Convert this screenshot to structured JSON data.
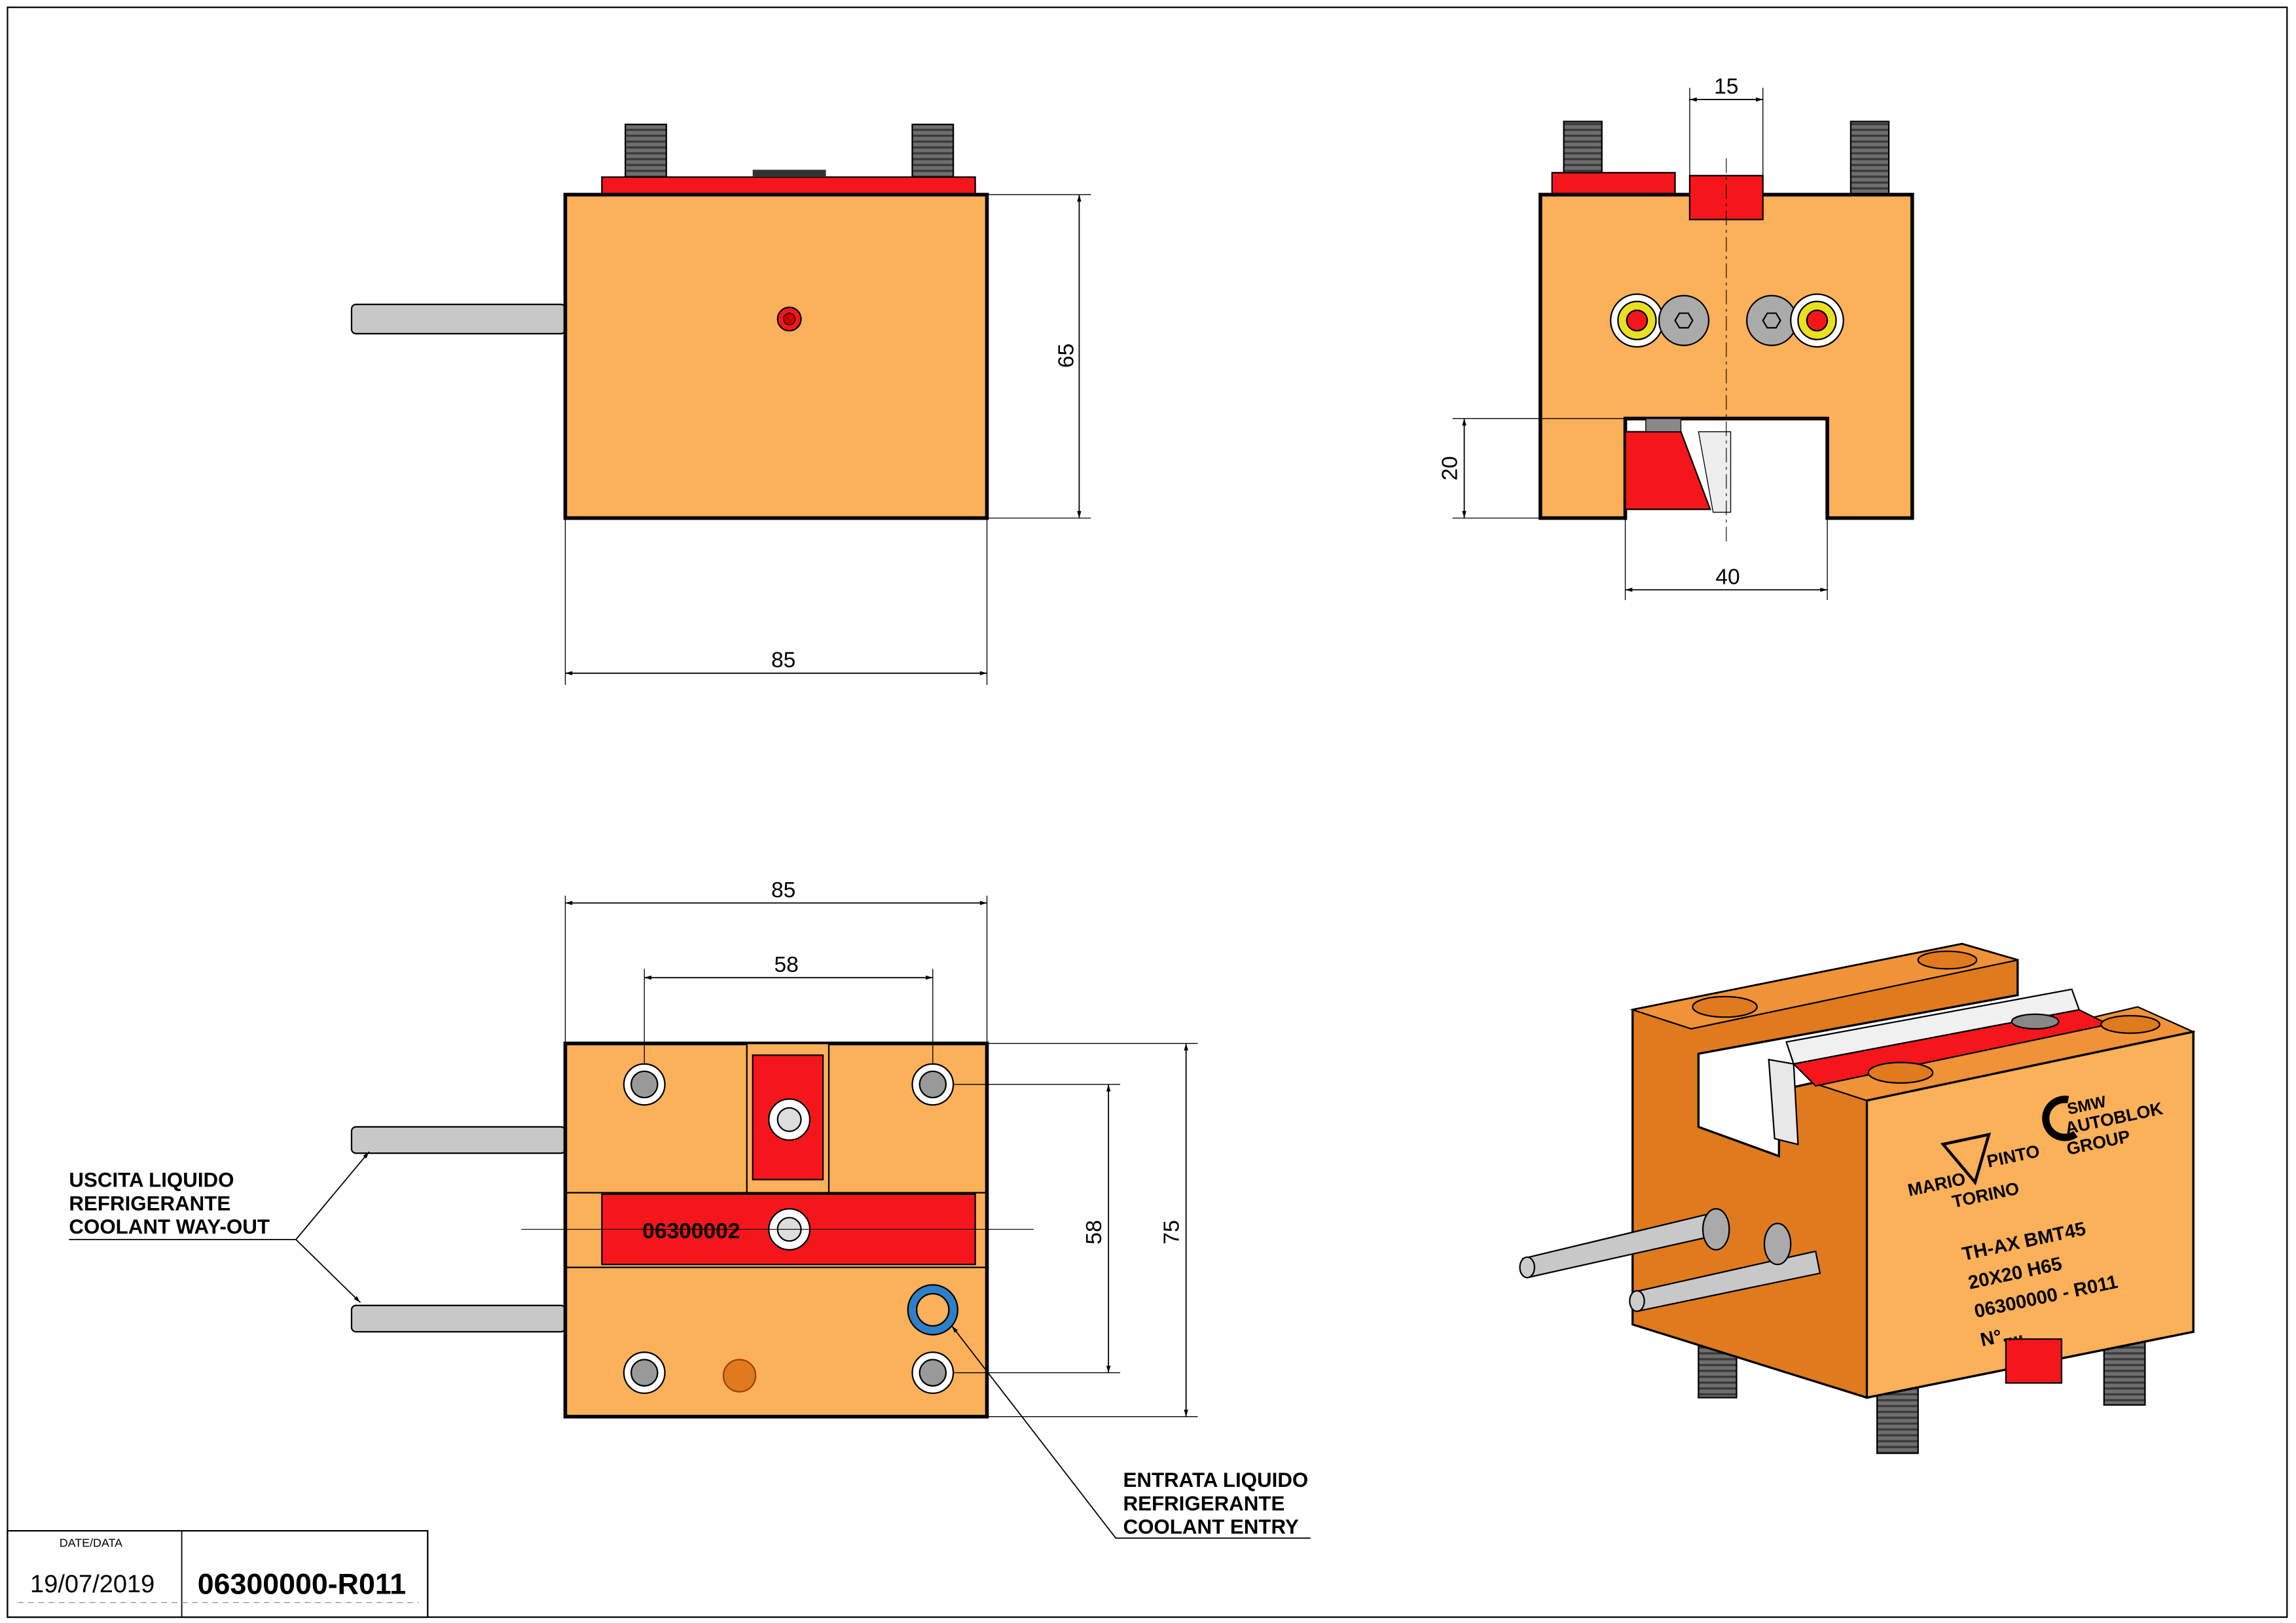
{
  "colors": {
    "body": "#FBB05A",
    "red": "#F5161B",
    "dark_orange": "#E07A1E",
    "stud": "#6E6E6E",
    "rod": "#C8C8C8",
    "oring": "#2E7FC8"
  },
  "top_view": {
    "dim_height": "65",
    "dim_width": "85"
  },
  "side_view": {
    "dim_slot_top": "15",
    "dim_slot_depth": "20",
    "dim_slot_width": "40"
  },
  "front_view": {
    "dim_width": "85",
    "dim_hole_spacing_h": "58",
    "dim_hole_spacing_v": "58",
    "dim_height": "75",
    "part_code": "06300002"
  },
  "labels": {
    "coolant_out": [
      "USCITA LIQUIDO",
      "REFRIGERANTE",
      "COOLANT WAY-OUT"
    ],
    "coolant_in": [
      "ENTRATA LIQUIDO",
      "REFRIGERANTE",
      "COOLANT ENTRY"
    ]
  },
  "iso_view": {
    "logo_mp": [
      "MARIO",
      "PINTO",
      "TORINO"
    ],
    "logo_smw": [
      "SMW",
      "AUTOBLOK",
      "GROUP"
    ],
    "engraving": [
      "TH-AX BMT45",
      "20X20 H65",
      "06300000 - R011",
      "N°...."
    ]
  },
  "title_block": {
    "date_label": "DATE/DATA",
    "date": "19/07/2019",
    "drawing_number": "06300000-R011"
  }
}
